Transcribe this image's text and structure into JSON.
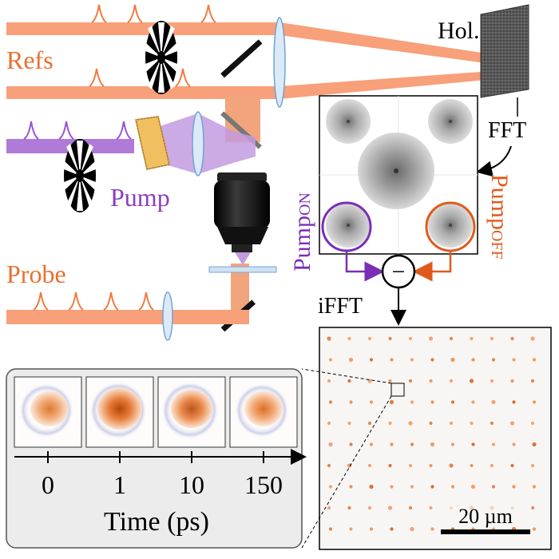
{
  "labels": {
    "refs": "Refs",
    "hologram": "Hol.",
    "fft": "FFT",
    "pump": "Pump",
    "probe": "Probe",
    "pump_on_main": "Pump",
    "pump_on_sub": "ON",
    "pump_off_main": "Pump",
    "pump_off_sub": "OFF",
    "subtract_symbol": "−",
    "ifft": "iFFT",
    "scale_bar": "20 µm"
  },
  "timeline": {
    "ticks": [
      "0",
      "1",
      "10",
      "150"
    ],
    "axis_label": "Time (ps)"
  },
  "colors": {
    "probe_orange": "#f2794a",
    "beam_orange": "#f7a07a",
    "pump_purple": "#8a3fc0",
    "pump_beam": "#c39be0",
    "subtract_purple": "#7a2fb5",
    "subtract_orange": "#e05a1c",
    "hologram_gray": "#555555",
    "panel_gray": "#ececec"
  },
  "icons": {
    "refs_chopper": "chopper-wheel-icon",
    "pump_chopper": "chopper-wheel-icon",
    "subtract": "minus-circle-icon",
    "objective": "microscope-objective-icon"
  }
}
